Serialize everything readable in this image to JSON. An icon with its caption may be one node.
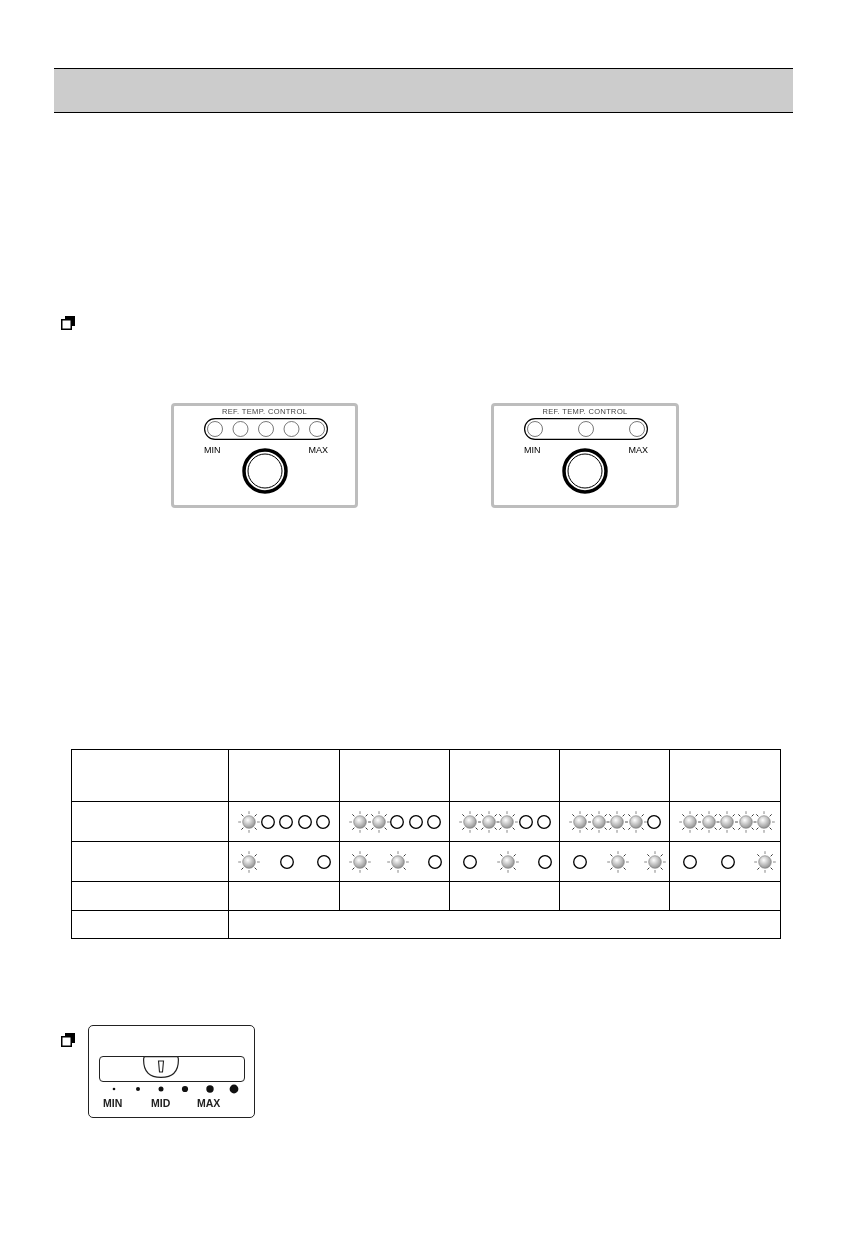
{
  "diagram": {
    "nodes": [
      {
        "text": [
          "REF. TEMP. CONTROL",
          "MIN",
          "MAX"
        ]
      },
      {
        "text": [
          "REF. TEMP. CONTROL",
          "MIN",
          "MAX"
        ]
      },
      {
        "text": [
          "MIN",
          "MID",
          "MAX"
        ]
      }
    ]
  }
}
